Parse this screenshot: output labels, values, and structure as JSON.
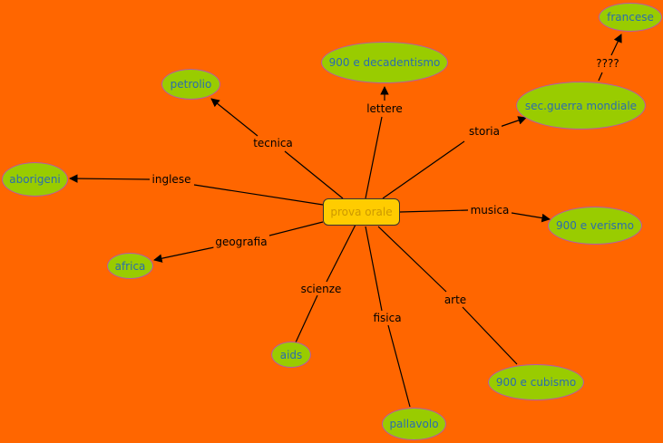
{
  "colors": {
    "background": "#ff6600",
    "concept_fill": "#99cc00",
    "concept_border": "#b35ba8",
    "concept_text": "#2b6cb0",
    "center_fill": "#ffcc00",
    "center_border": "#333333",
    "center_text": "#cc9900",
    "link_color": "#000000"
  },
  "concepts": {
    "center": "prova orale",
    "decadentismo": "900 e decadentismo",
    "petrolio": "petrolio",
    "aborigeni": "aborigeni",
    "africa": "africa",
    "aids": "aids",
    "pallavolo": "pallavolo",
    "cubismo": "900 e cubismo",
    "verismo": "900 e verismo",
    "guerra": "sec.guerra mondiale",
    "francese": "francese"
  },
  "links": {
    "lettere": "lettere",
    "tecnica": "tecnica",
    "inglese": "inglese",
    "geografia": "geografia",
    "scienze": "scienze",
    "fisica": "fisica",
    "arte": "arte",
    "musica": "musica",
    "storia": "storia",
    "unknown": "????"
  }
}
